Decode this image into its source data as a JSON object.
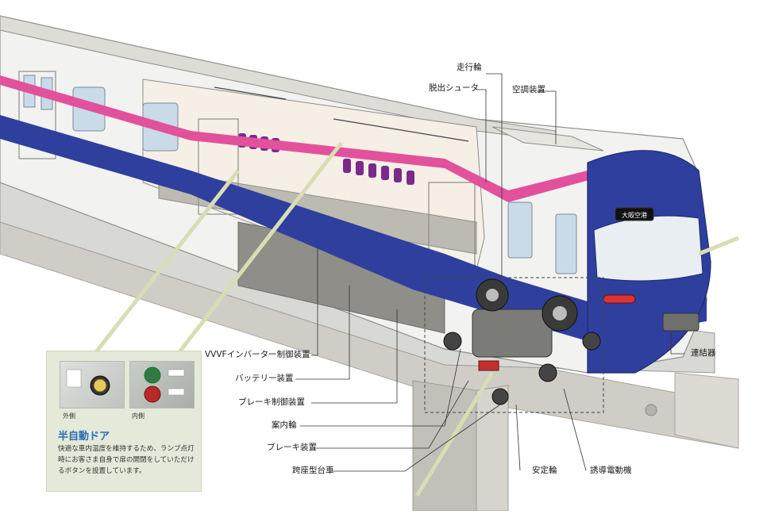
{
  "labels": {
    "drive_wheel": "走行輪",
    "escape_chute": "脱出シュータ",
    "air_conditioner": "空調装置",
    "vvvf_inverter": "VVVFインバーター制御装置",
    "battery": "バッテリー装置",
    "brake_control": "ブレーキ制御装置",
    "guide_wheel": "案内輪",
    "brake_unit": "ブレーキ装置",
    "straddle_bogie": "跨座型台車",
    "stabilizing_wheel": "安定輪",
    "induction_motor": "誘導電動機",
    "coupler": "連結器"
  },
  "destination_sign": "大阪空港",
  "inset": {
    "outer_label": "外側",
    "inner_label": "内側",
    "title": "半自動ドア",
    "description": "快適な車内温度を維持するため、ランプ点灯時にお客さま自身で扉の開閉をしていただけるボタンを設置しています。"
  },
  "colors": {
    "stripe_blue": "#2f3f9e",
    "stripe_pink": "#e2519c",
    "body_white": "#f2f2f0",
    "track_gray": "#c9c7c0",
    "inset_bg": "#e4e9d9",
    "inset_title": "#2b6cb3",
    "leader_line": "#cfd6a8"
  }
}
